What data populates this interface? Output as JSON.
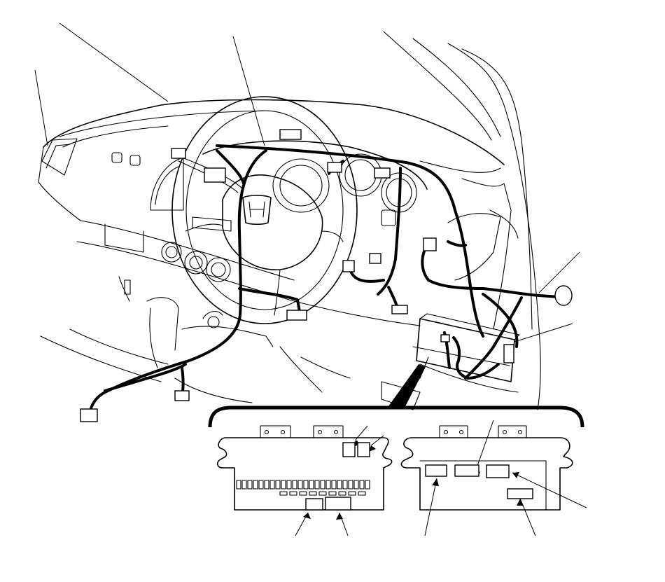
{
  "diagram": {
    "brand_emblem": "honda-h-logo",
    "line_color": "#000000",
    "background_color": "#ffffff",
    "callout_count": 10,
    "detail_panels": [
      "control-unit-front-view",
      "control-unit-rear-view"
    ]
  }
}
